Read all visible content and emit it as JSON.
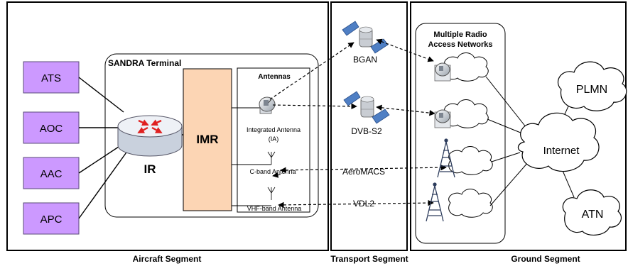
{
  "segments": {
    "aircraft": "Aircraft Segment",
    "transport": "Transport Segment",
    "ground": "Ground Segment"
  },
  "aircraft": {
    "terminal_title": "SANDRA Terminal",
    "apps": [
      "ATS",
      "AOC",
      "AAC",
      "APC"
    ],
    "router": "IR",
    "imr": "IMR",
    "antennas_title": "Antennas",
    "antenna_ia_line1": "Integrated Antenna",
    "antenna_ia_line2": "(IA)",
    "antenna_c": "C-band Antenna",
    "antenna_vhf": "VHF-band Antenna"
  },
  "transport": {
    "bgan": "BGAN",
    "dvbs2": "DVB-S2",
    "aeromacs": "AeroMACS",
    "vdl2": "VDL2"
  },
  "ground": {
    "title_line1": "Multiple Radio",
    "title_line2": "Access Networks",
    "plmn": "PLMN",
    "internet": "Internet",
    "atn": "ATN"
  },
  "colors": {
    "app_box_fill": "#cc99ff",
    "imr_fill": "#fcd5b4",
    "router_fill": "#dde3ec",
    "router_arrows": "#e02020"
  }
}
